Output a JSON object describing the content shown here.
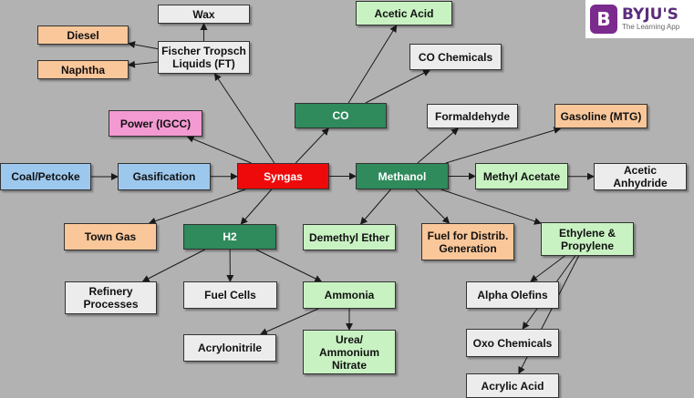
{
  "colors": {
    "white": "#ececec",
    "orange": "#f9c79a",
    "blue": "#9dc8ee",
    "red": "#ee0a0a",
    "darkgreen": "#2f8a5c",
    "lightgreen": "#c9f2c3",
    "pink": "#f39ad2",
    "edge": "#1a1a1a"
  },
  "logo": {
    "mark": "B",
    "name": "BYJU'S",
    "tagline": "The Learning App"
  },
  "nodes": [
    {
      "id": "wax",
      "label": "Wax",
      "color": "white"
    },
    {
      "id": "acetic_acid",
      "label": "Acetic Acid",
      "color": "lightgreen"
    },
    {
      "id": "diesel",
      "label": "Diesel",
      "color": "orange"
    },
    {
      "id": "fischer",
      "label": "Fischer Tropsch\nLiquids (FT)",
      "color": "white"
    },
    {
      "id": "naphtha",
      "label": "Naphtha",
      "color": "orange"
    },
    {
      "id": "co_chemicals",
      "label": "CO Chemicals",
      "color": "white"
    },
    {
      "id": "co",
      "label": "CO",
      "color": "darkgreen"
    },
    {
      "id": "formaldehyde",
      "label": "Formaldehyde",
      "color": "white"
    },
    {
      "id": "gasoline",
      "label": "Gasoline (MTG)",
      "color": "orange"
    },
    {
      "id": "power",
      "label": "Power (IGCC)",
      "color": "pink"
    },
    {
      "id": "coal",
      "label": "Coal/Petcoke",
      "color": "blue"
    },
    {
      "id": "gasification",
      "label": "Gasification",
      "color": "blue"
    },
    {
      "id": "syngas",
      "label": "Syngas",
      "color": "red"
    },
    {
      "id": "methanol",
      "label": "Methanol",
      "color": "darkgreen"
    },
    {
      "id": "methyl_acetate",
      "label": "Methyl Acetate",
      "color": "lightgreen"
    },
    {
      "id": "acetic_anhydride",
      "label": "Acetic\nAnhydride",
      "color": "white"
    },
    {
      "id": "town_gas",
      "label": "Town Gas",
      "color": "orange"
    },
    {
      "id": "h2",
      "label": "H2",
      "color": "darkgreen"
    },
    {
      "id": "demethyl_ether",
      "label": "Demethyl Ether",
      "color": "lightgreen"
    },
    {
      "id": "fuel_distrib",
      "label": "Fuel for Distrib.\nGeneration",
      "color": "orange"
    },
    {
      "id": "ethylene",
      "label": "Ethylene &\nPropylene",
      "color": "lightgreen"
    },
    {
      "id": "refinery",
      "label": "Refinery\nProcesses",
      "color": "white"
    },
    {
      "id": "fuel_cells",
      "label": "Fuel Cells",
      "color": "white"
    },
    {
      "id": "ammonia",
      "label": "Ammonia",
      "color": "lightgreen"
    },
    {
      "id": "alpha_olefins",
      "label": "Alpha Olefins",
      "color": "white"
    },
    {
      "id": "acrylonitrile",
      "label": "Acrylonitrile",
      "color": "white"
    },
    {
      "id": "urea",
      "label": "Urea/\nAmmonium\nNitrate",
      "color": "lightgreen"
    },
    {
      "id": "oxo",
      "label": "Oxo Chemicals",
      "color": "white"
    },
    {
      "id": "acrylic_acid",
      "label": "Acrylic Acid",
      "color": "white"
    }
  ],
  "edges": [
    [
      "coal",
      "gasification"
    ],
    [
      "gasification",
      "syngas"
    ],
    [
      "syngas",
      "methanol"
    ],
    [
      "syngas",
      "co"
    ],
    [
      "syngas",
      "fischer"
    ],
    [
      "syngas",
      "power"
    ],
    [
      "syngas",
      "town_gas"
    ],
    [
      "syngas",
      "h2"
    ],
    [
      "fischer",
      "wax"
    ],
    [
      "fischer",
      "diesel"
    ],
    [
      "fischer",
      "naphtha"
    ],
    [
      "co",
      "acetic_acid"
    ],
    [
      "co",
      "co_chemicals"
    ],
    [
      "methanol",
      "formaldehyde"
    ],
    [
      "methanol",
      "gasoline"
    ],
    [
      "methanol",
      "methyl_acetate"
    ],
    [
      "methyl_acetate",
      "acetic_anhydride"
    ],
    [
      "methanol",
      "demethyl_ether"
    ],
    [
      "methanol",
      "fuel_distrib"
    ],
    [
      "methanol",
      "ethylene"
    ],
    [
      "h2",
      "refinery"
    ],
    [
      "h2",
      "fuel_cells"
    ],
    [
      "h2",
      "ammonia"
    ],
    [
      "ammonia",
      "acrylonitrile"
    ],
    [
      "ammonia",
      "urea"
    ],
    [
      "ethylene",
      "alpha_olefins"
    ],
    [
      "ethylene",
      "oxo"
    ],
    [
      "ethylene",
      "acrylic_acid"
    ]
  ]
}
